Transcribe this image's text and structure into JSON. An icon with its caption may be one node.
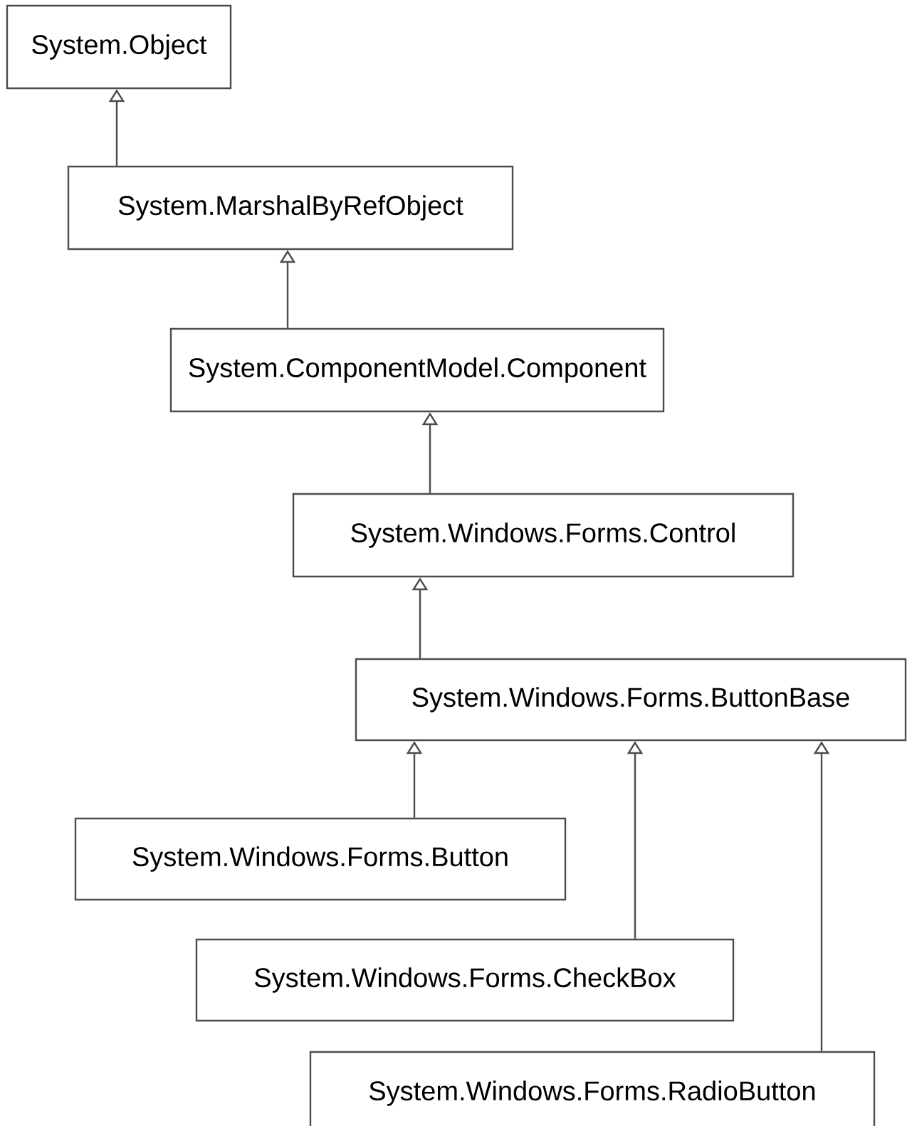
{
  "diagram": {
    "nodes": [
      {
        "text": [
          "System.Object"
        ]
      },
      {
        "text": [
          "System.MarshalByRefObject"
        ]
      },
      {
        "text": [
          "System.ComponentModel.Component"
        ]
      },
      {
        "text": [
          "System.Windows.Forms.Control"
        ]
      },
      {
        "text": [
          "System.Windows.Forms.ButtonBase"
        ]
      },
      {
        "text": [
          "System.Windows.Forms.Button"
        ]
      },
      {
        "text": [
          "System.Windows.Forms.CheckBox"
        ]
      },
      {
        "text": [
          "System.Windows.Forms.RadioButton"
        ]
      }
    ],
    "edges": [
      {
        "from": 1,
        "to": 0,
        "arrow": "to"
      },
      {
        "from": 2,
        "to": 1,
        "arrow": "to"
      },
      {
        "from": 3,
        "to": 2,
        "arrow": "to"
      },
      {
        "from": 4,
        "to": 3,
        "arrow": "to"
      },
      {
        "from": 5,
        "to": 4,
        "arrow": "to"
      },
      {
        "from": 6,
        "to": 4,
        "arrow": "to"
      },
      {
        "from": 7,
        "to": 4,
        "arrow": "to"
      }
    ]
  }
}
